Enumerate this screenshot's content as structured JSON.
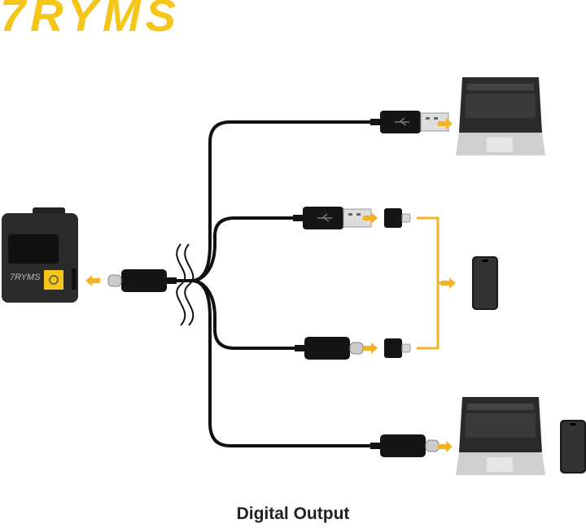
{
  "logo": {
    "text": "7RYMS",
    "color": "#F5C518"
  },
  "caption": "Digital Output",
  "colors": {
    "accent": "#F0B429",
    "cable": "#111111"
  },
  "connections": [
    {
      "plug": "usb-a",
      "adapter": null,
      "target": "laptop"
    },
    {
      "plug": "usb-a",
      "adapter": "lightning",
      "target": "phone"
    },
    {
      "plug": "usb-c",
      "adapter": "lightning",
      "target": "phone"
    },
    {
      "plug": "usb-c",
      "adapter": null,
      "target": "laptop-and-phone"
    }
  ]
}
